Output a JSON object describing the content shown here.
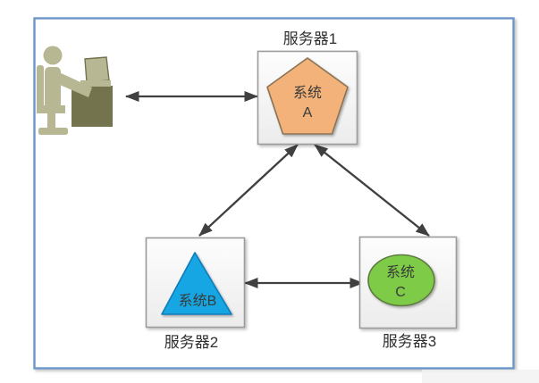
{
  "diagram": {
    "description_type": "network-topology-diagram",
    "nodes": {
      "client": {
        "icon": "person-at-computer-icon"
      },
      "server1": {
        "label": "服务器1",
        "shape": "pentagon",
        "system": {
          "line1": "系统",
          "line2": "A"
        }
      },
      "server2": {
        "label": "服务器2",
        "shape": "triangle",
        "system": {
          "line1": "系统B",
          "line2": ""
        }
      },
      "server3": {
        "label": "服务器3",
        "shape": "ellipse",
        "system": {
          "line1": "系统",
          "line2": "C"
        }
      }
    },
    "connections": [
      {
        "from": "client",
        "to": "server1",
        "bidirectional": true
      },
      {
        "from": "server1",
        "to": "server2",
        "bidirectional": true
      },
      {
        "from": "server1",
        "to": "server3",
        "bidirectional": true
      },
      {
        "from": "server2",
        "to": "server3",
        "bidirectional": true
      }
    ]
  },
  "colors": {
    "frame_border": "#6d96c8",
    "box_border": "#9b9b9b",
    "box_fill_top": "#fdfdfd",
    "box_fill_bottom": "#ececec",
    "pentagon_fill": "#f2b279",
    "pentagon_stroke": "#8a7355",
    "triangle_fill": "#17a6e3",
    "triangle_stroke": "#0e7cb8",
    "ellipse_fill": "#7dcb46",
    "ellipse_stroke": "#5f7a43",
    "arrow": "#404040",
    "icon_light": "#b8b793",
    "icon_dark": "#73734d",
    "label_text": "#2f2f2f",
    "shape_text": "#3a3a3a"
  }
}
